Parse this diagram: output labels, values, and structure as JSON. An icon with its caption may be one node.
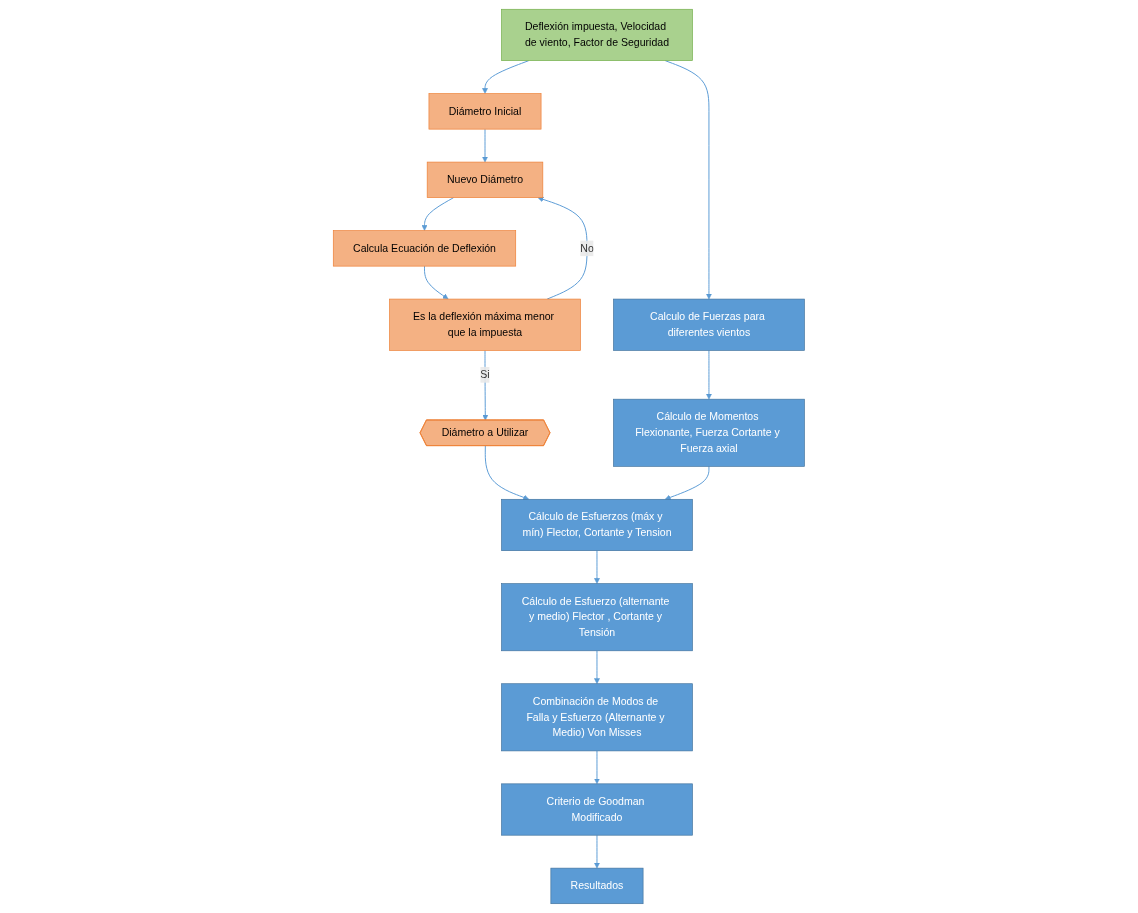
{
  "diagram": {
    "nodes": [
      {
        "text": [
          "Deflexión impuesta, Velocidad de viento, Factor de Seguridad"
        ]
      },
      {
        "text": [
          "Diámetro Inicial"
        ]
      },
      {
        "text": [
          "Calculo de Fuerzas para diferentes vientos"
        ]
      },
      {
        "text": [
          "Nuevo Diámetro"
        ]
      },
      {
        "text": [
          "Calcula Ecuación de Deflexión"
        ]
      },
      {
        "text": [
          "Cálculo de Momentos Flexionante, Fuerza Cortante y Fuerza axial"
        ]
      },
      {
        "text": [
          "Es la deflexión máxima menor que la impuesta"
        ]
      },
      {
        "text": [
          "Diámetro a Utilizar"
        ]
      },
      {
        "text": [
          "Cálculo de Esfuerzos (máx y mín) Flector, Cortante y Tension"
        ]
      },
      {
        "text": [
          "Cálculo de Esfuerzo (alternante y medio) Flector , Cortante y Tensión"
        ]
      },
      {
        "text": [
          "Combinación de Modos de Falla y Esfuerzo (Alternante y Medio) Von Misses"
        ]
      },
      {
        "text": [
          "Criterio de Goodman Modificado"
        ]
      },
      {
        "text": [
          "Resultados"
        ]
      }
    ],
    "edges": [
      {
        "from": 0,
        "to": 1,
        "arrow": "to"
      },
      {
        "from": 0,
        "to": 2,
        "arrow": "to"
      },
      {
        "from": 1,
        "to": 3,
        "arrow": "to"
      },
      {
        "from": 3,
        "to": 4,
        "arrow": "to"
      },
      {
        "from": 4,
        "to": 6,
        "arrow": "to"
      },
      {
        "from": 6,
        "to": 3,
        "label": "No",
        "arrow": "to"
      },
      {
        "from": 6,
        "to": 7,
        "label": "Si",
        "arrow": "to"
      },
      {
        "from": 7,
        "to": 8,
        "arrow": "to"
      },
      {
        "from": 2,
        "to": 5,
        "arrow": "to"
      },
      {
        "from": 5,
        "to": 8,
        "arrow": "to"
      },
      {
        "from": 8,
        "to": 9,
        "arrow": "to"
      },
      {
        "from": 9,
        "to": 10,
        "arrow": "to"
      },
      {
        "from": 10,
        "to": 11,
        "arrow": "to"
      },
      {
        "from": 11,
        "to": 12,
        "arrow": "to"
      }
    ]
  }
}
